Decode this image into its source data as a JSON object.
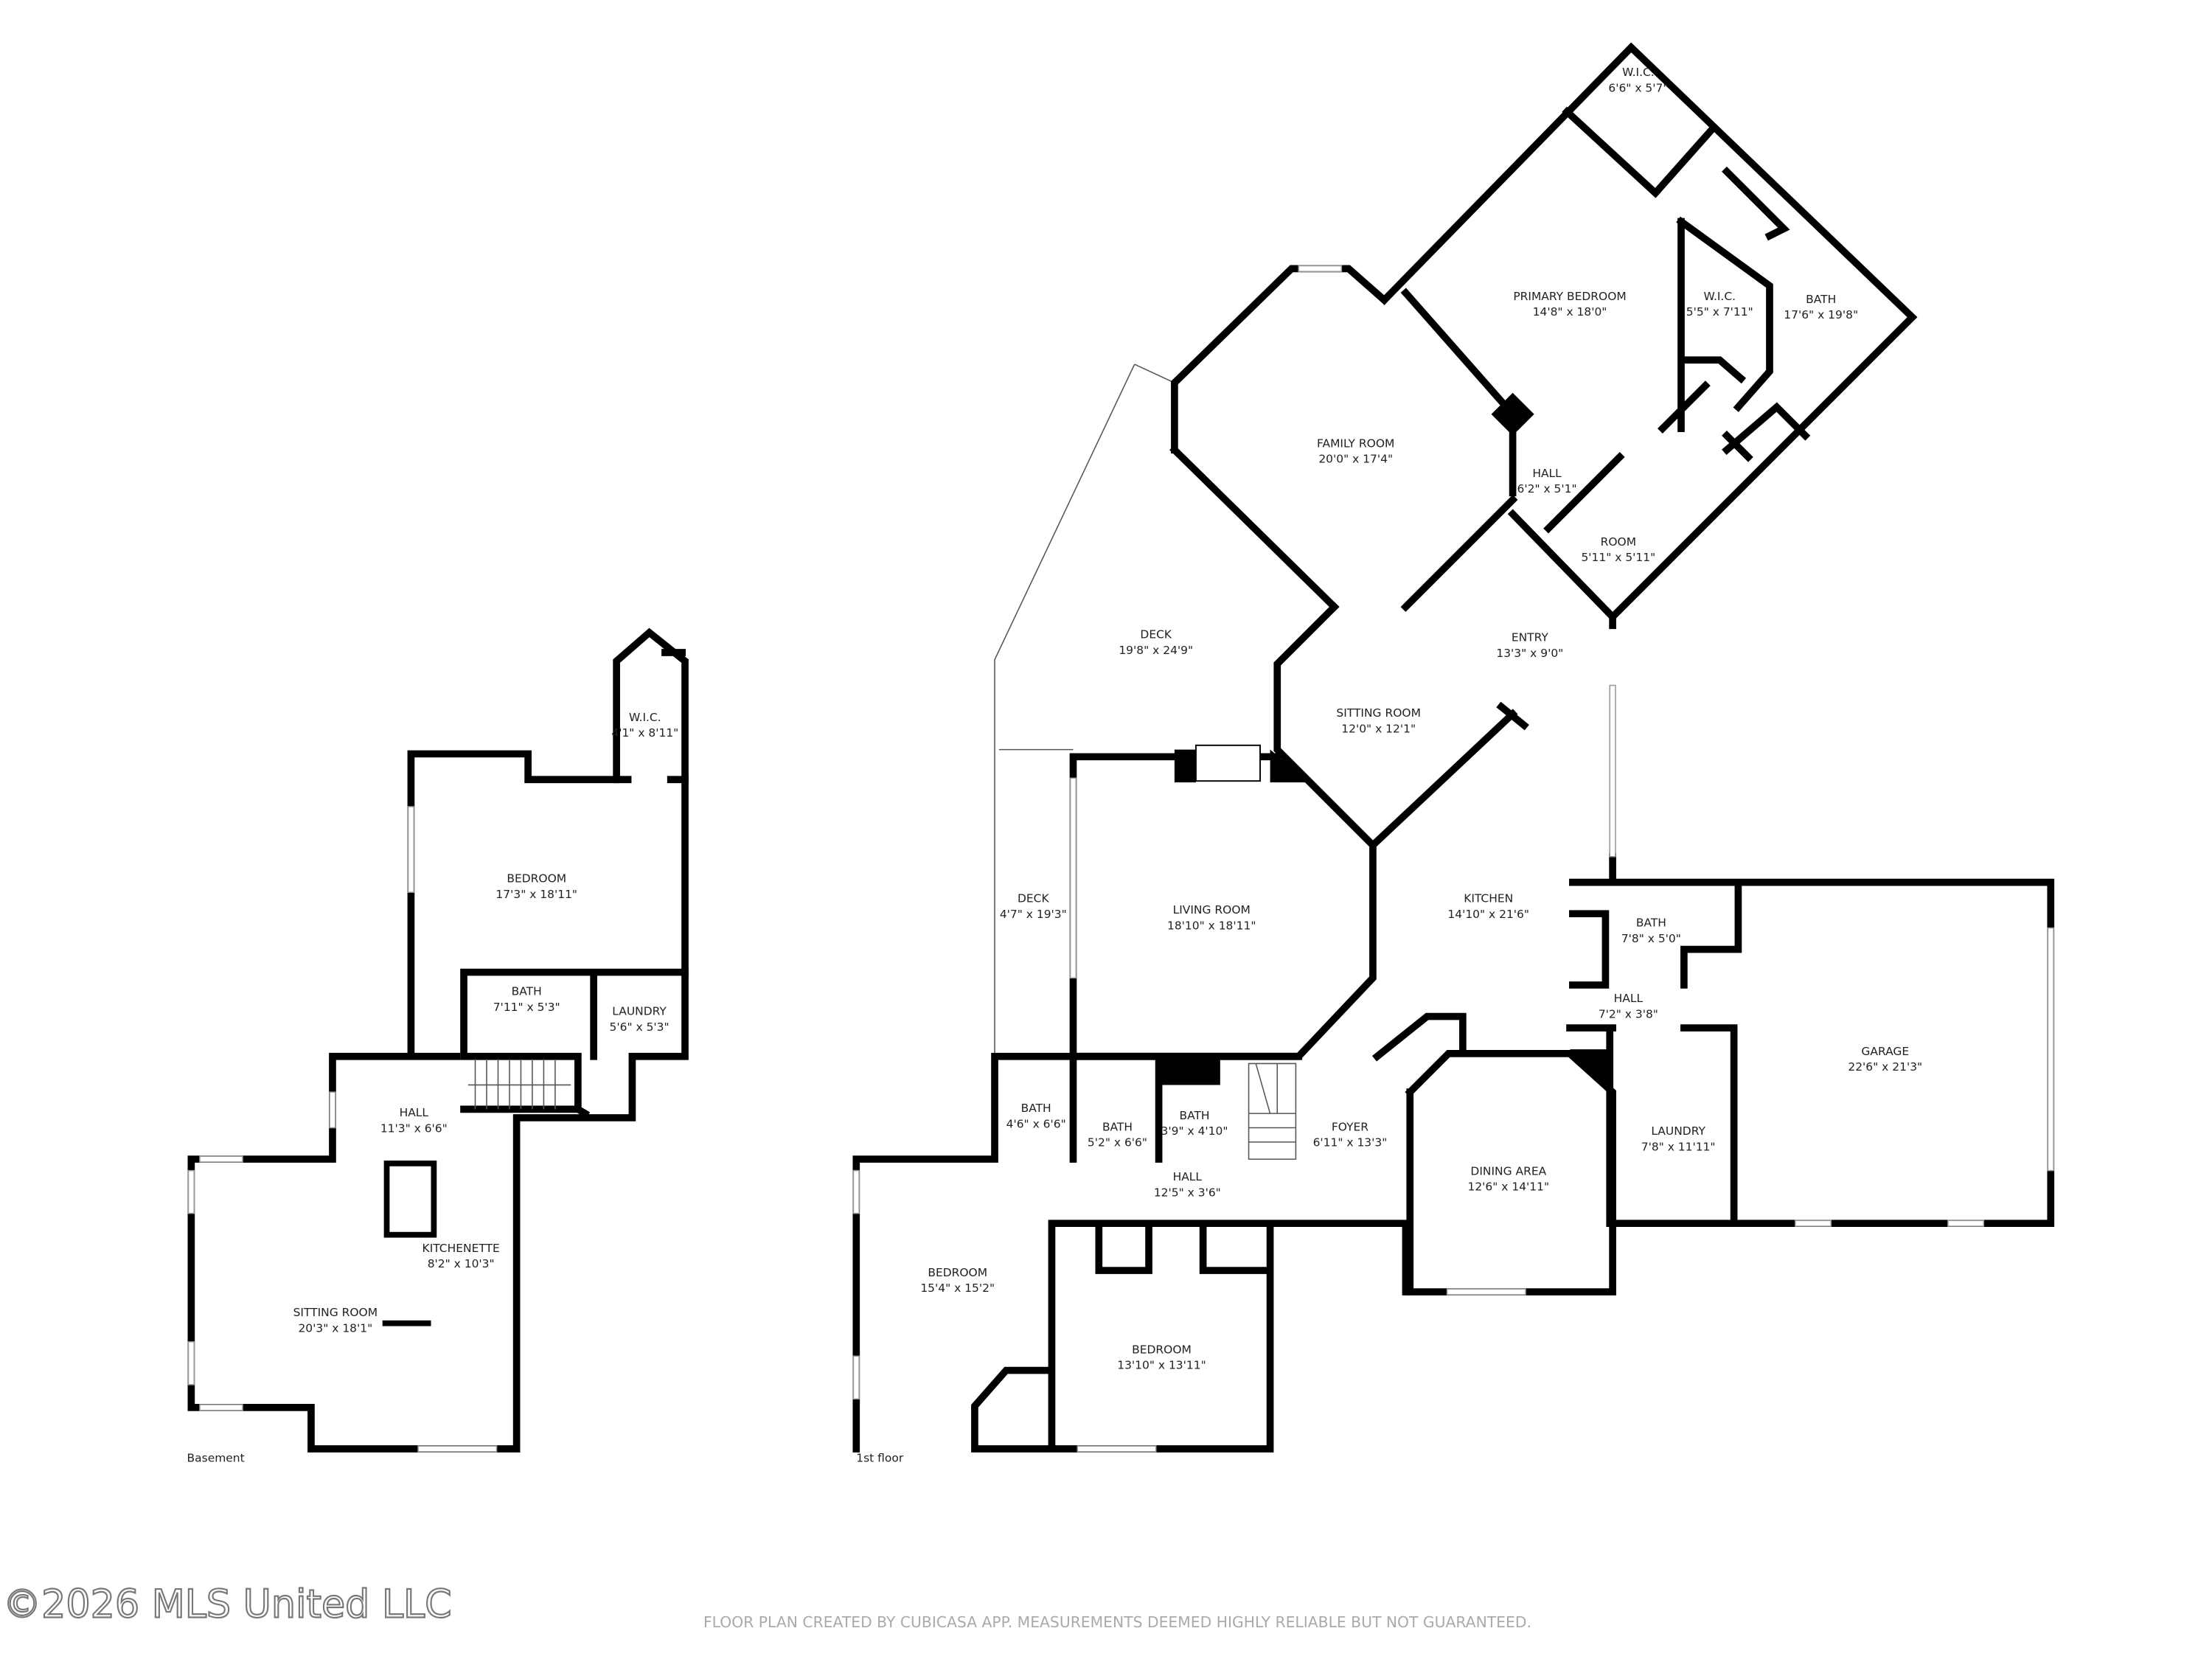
{
  "basement": {
    "floor_label": "Basement",
    "rooms": [
      {
        "name": "W.I.C.",
        "size": "4'1\" x 8'11\""
      },
      {
        "name": "BEDROOM",
        "size": "17'3\" x 18'11\""
      },
      {
        "name": "BATH",
        "size": "7'11\" x 5'3\""
      },
      {
        "name": "LAUNDRY",
        "size": "5'6\" x 5'3\""
      },
      {
        "name": "HALL",
        "size": "11'3\" x 6'6\""
      },
      {
        "name": "KITCHENETTE",
        "size": "8'2\" x 10'3\""
      },
      {
        "name": "SITTING ROOM",
        "size": "20'3\" x 18'1\""
      }
    ]
  },
  "first_floor": {
    "floor_label": "1st floor",
    "rooms": [
      {
        "name": "W.I.C.",
        "size": "6'6\" x 5'7\""
      },
      {
        "name": "PRIMARY BEDROOM",
        "size": "14'8\" x 18'0\""
      },
      {
        "name": "W.I.C.",
        "size": "5'5\" x 7'11\""
      },
      {
        "name": "BATH",
        "size": "17'6\" x 19'8\""
      },
      {
        "name": "FAMILY ROOM",
        "size": "20'0\" x 17'4\""
      },
      {
        "name": "HALL",
        "size": "6'2\" x 5'1\""
      },
      {
        "name": "ROOM",
        "size": "5'11\" x 5'11\""
      },
      {
        "name": "DECK",
        "size": "19'8\" x 24'9\""
      },
      {
        "name": "ENTRY",
        "size": "13'3\" x 9'0\""
      },
      {
        "name": "SITTING ROOM",
        "size": "12'0\" x 12'1\""
      },
      {
        "name": "KITCHEN",
        "size": "14'10\" x 21'6\""
      },
      {
        "name": "DECK",
        "size": "4'7\" x 19'3\""
      },
      {
        "name": "LIVING ROOM",
        "size": "18'10\" x 18'11\""
      },
      {
        "name": "BATH",
        "size": "7'8\" x 5'0\""
      },
      {
        "name": "HALL",
        "size": "7'2\" x 3'8\""
      },
      {
        "name": "GARAGE",
        "size": "22'6\" x 21'3\""
      },
      {
        "name": "BATH",
        "size": "4'6\" x 6'6\""
      },
      {
        "name": "BATH",
        "size": "5'2\" x 6'6\""
      },
      {
        "name": "BATH",
        "size": "3'9\" x 4'10\""
      },
      {
        "name": "FOYER",
        "size": "6'11\" x 13'3\""
      },
      {
        "name": "LAUNDRY",
        "size": "7'8\" x 11'11\""
      },
      {
        "name": "HALL",
        "size": "12'5\" x 3'6\""
      },
      {
        "name": "DINING AREA",
        "size": "12'6\" x 14'11\""
      },
      {
        "name": "BEDROOM",
        "size": "15'4\" x 15'2\""
      },
      {
        "name": "BEDROOM",
        "size": "13'10\" x 13'11\""
      }
    ]
  },
  "footer": {
    "copyright": "©2026 MLS United LLC",
    "disclaimer": "FLOOR PLAN CREATED BY CUBICASA APP. MEASUREMENTS DEEMED HIGHLY RELIABLE BUT NOT GUARANTEED."
  }
}
